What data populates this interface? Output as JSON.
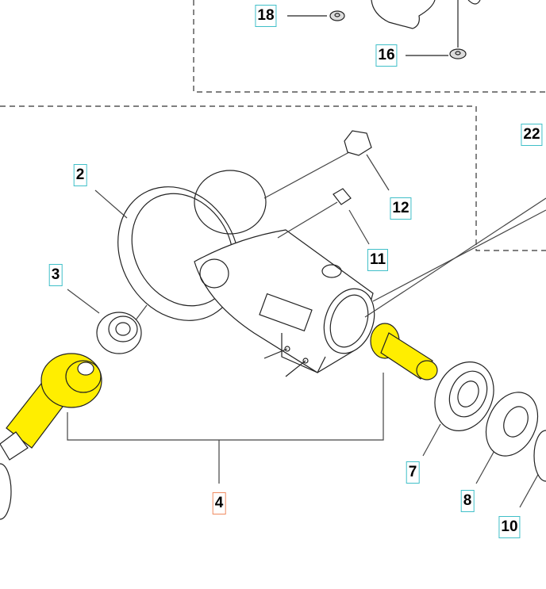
{
  "colors": {
    "label_border": "#3fbfc8",
    "highlight_border": "#f08a60",
    "part_highlight": "#ffee00"
  },
  "labels": {
    "p18": "18",
    "p16": "16",
    "p22": "22",
    "p2": "2",
    "p12": "12",
    "p11": "11",
    "p3": "3",
    "p4": "4",
    "p7": "7",
    "p8": "8",
    "p10": "10"
  }
}
